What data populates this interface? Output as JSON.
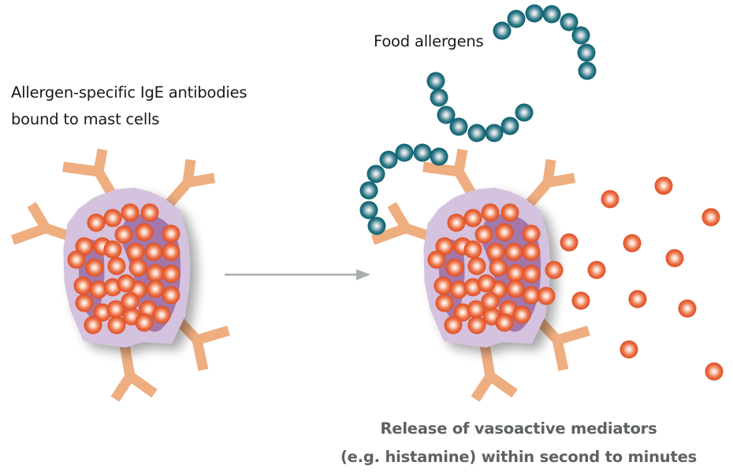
{
  "title": "IgE-mediated mast cell degranulation",
  "labels": {
    "ige_line1": "Allergen-specific IgE antibodies",
    "ige_line2": "bound to mast cells",
    "food_allergens": "Food allergens",
    "release_line1": "Release of vasoactive mediators",
    "release_line2": "(e.g. histamine) within second to minutes"
  },
  "stages": [
    {
      "name": "sensitized-mast-cell",
      "description": "Mast cell with bound IgE antibodies and intact granules",
      "antibody_count": 5
    },
    {
      "name": "activated-mast-cell",
      "description": "Allergen cross-links IgE; granules released",
      "antibody_count": 5,
      "allergen_chains": 3,
      "released_granules": 14
    }
  ],
  "arrow": {
    "from": "sensitized-mast-cell",
    "to": "activated-mast-cell"
  },
  "colors": {
    "antibody": "#eeae80",
    "membrane": "#d4c2de",
    "membrane_inner": "#9a6aa0",
    "granule": "#e0532a",
    "granule_highlight": "#ffffff",
    "allergen": "#0d6374",
    "arrow": "#a9adae",
    "caption_text": "#5d6163"
  }
}
